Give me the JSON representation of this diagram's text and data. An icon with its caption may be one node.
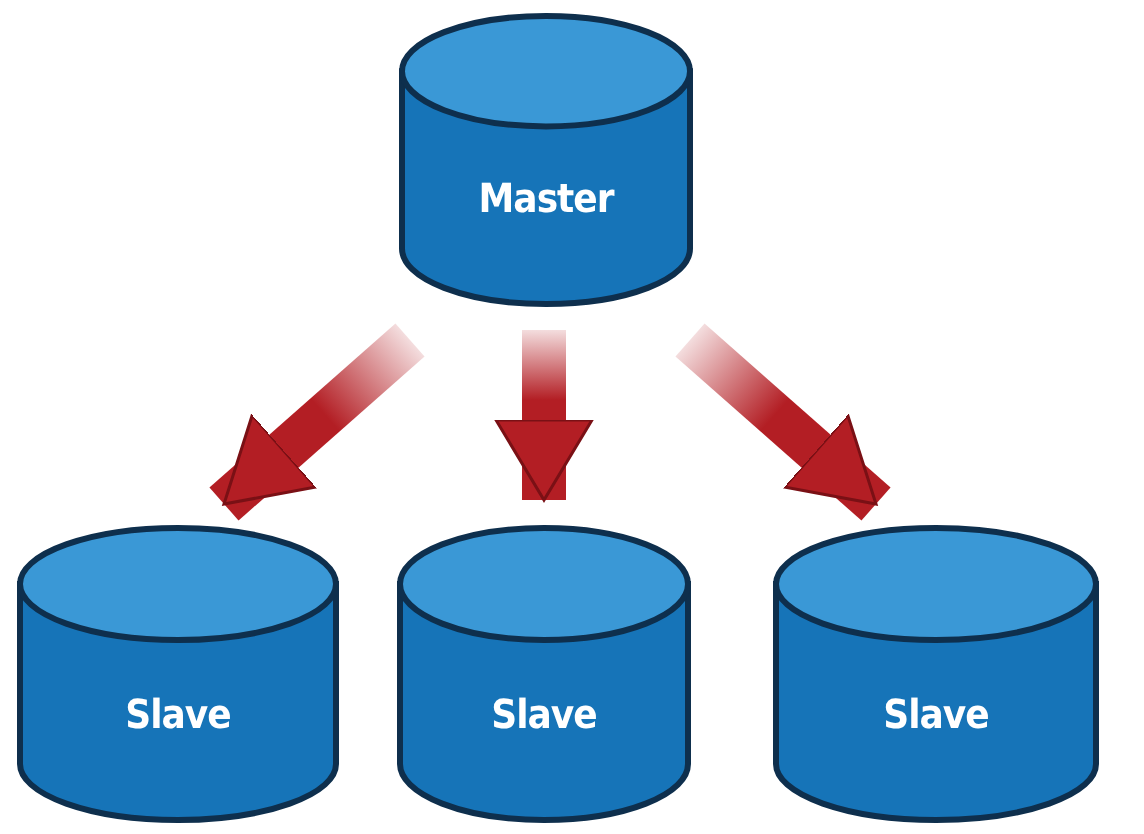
{
  "diagram": {
    "nodes": [
      {
        "text": [
          "Master"
        ]
      },
      {
        "text": [
          "Slave"
        ]
      },
      {
        "text": [
          "Slave"
        ]
      },
      {
        "text": [
          "Slave"
        ]
      }
    ],
    "edges": [
      {
        "from": 0,
        "to": 1,
        "arrow": "to"
      },
      {
        "from": 0,
        "to": 2,
        "arrow": "to"
      },
      {
        "from": 0,
        "to": 3,
        "arrow": "to"
      }
    ]
  }
}
